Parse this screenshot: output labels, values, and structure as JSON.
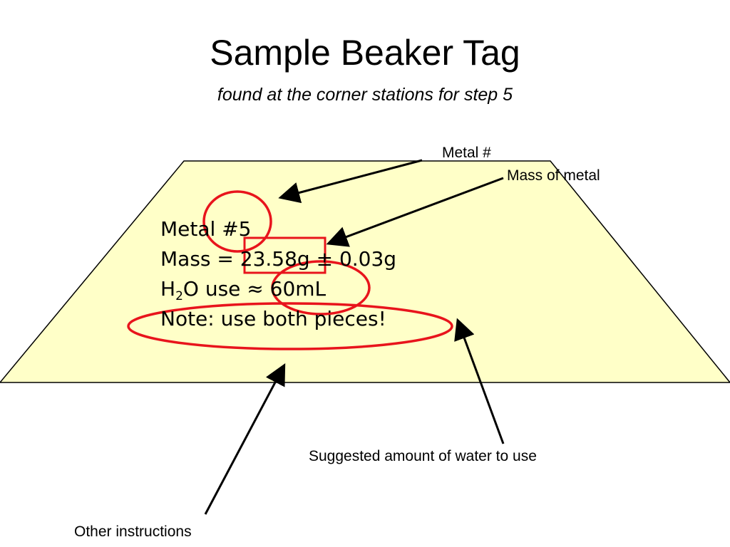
{
  "title": "Sample Beaker Tag",
  "subtitle": "found at the corner stations for step 5",
  "tag": {
    "metal_line": "Metal #5",
    "mass_prefix": "Mass = ",
    "mass_value": "23.58g",
    "mass_tolerance": " ± 0.03g",
    "water_h": "H",
    "water_sub": "2",
    "water_rest": "O use ≈ 60mL",
    "note_line": "Note: use both pieces!"
  },
  "callouts": {
    "metal_number": "Metal #",
    "mass_of_metal": "Mass of metal",
    "water_amount": "Suggested amount of water to use",
    "other_instructions": "Other instructions"
  },
  "colors": {
    "tag_fill": "#ffffc8",
    "highlight": "#e8141c",
    "arrow": "#000000"
  }
}
